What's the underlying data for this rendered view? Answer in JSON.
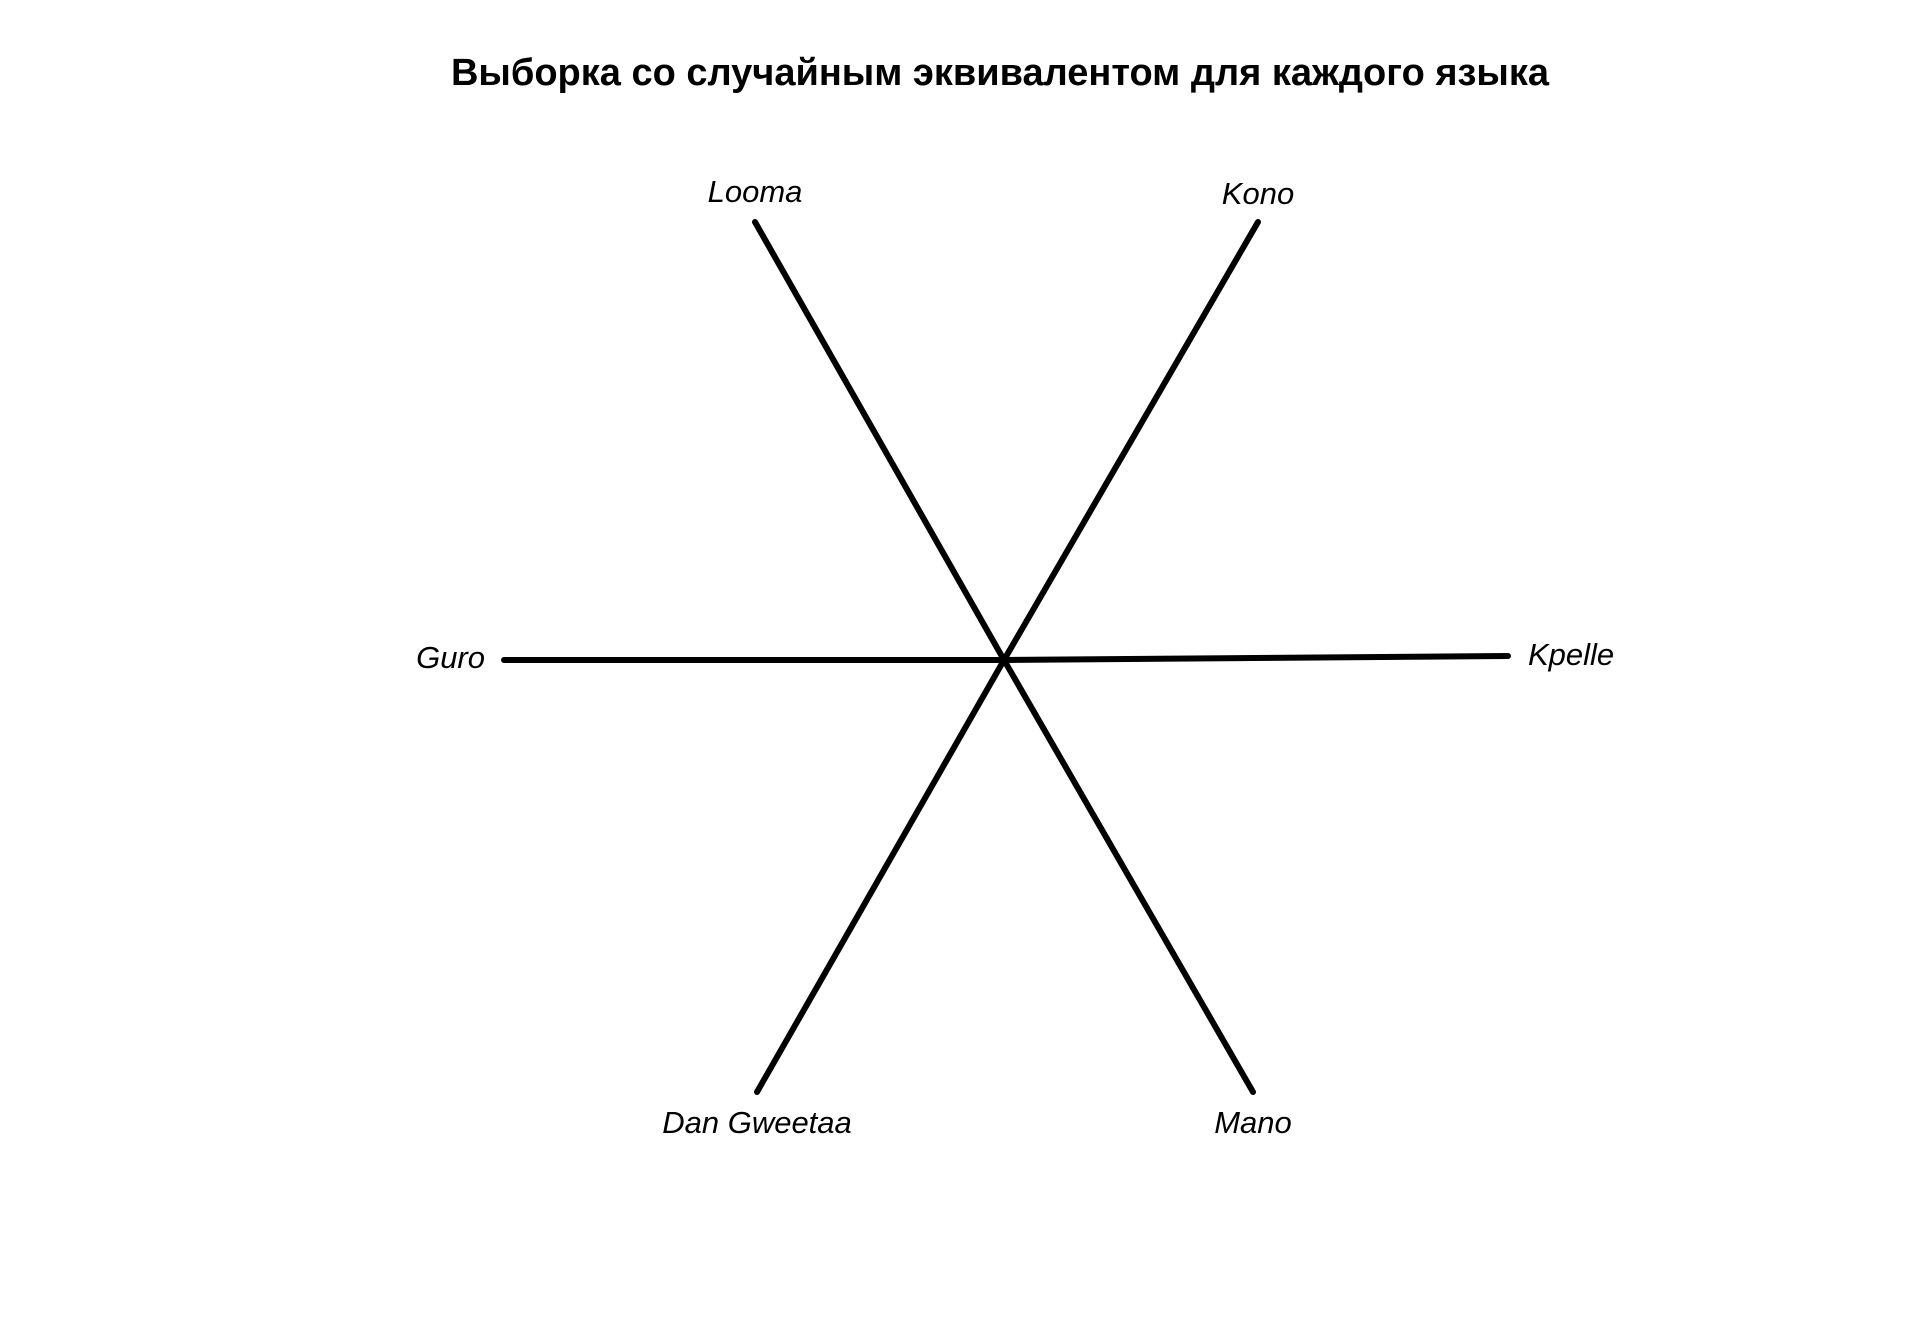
{
  "title": "Выборка со случайным эквивалентом для каждого языка",
  "tree": {
    "type": "unrooted-tree",
    "leaves": [
      {
        "name": "Looma"
      },
      {
        "name": "Kono"
      },
      {
        "name": "Kpelle"
      },
      {
        "name": "Mano"
      },
      {
        "name": "Dan Gweetaa"
      },
      {
        "name": "Guro"
      }
    ],
    "line_color": "#000000"
  }
}
